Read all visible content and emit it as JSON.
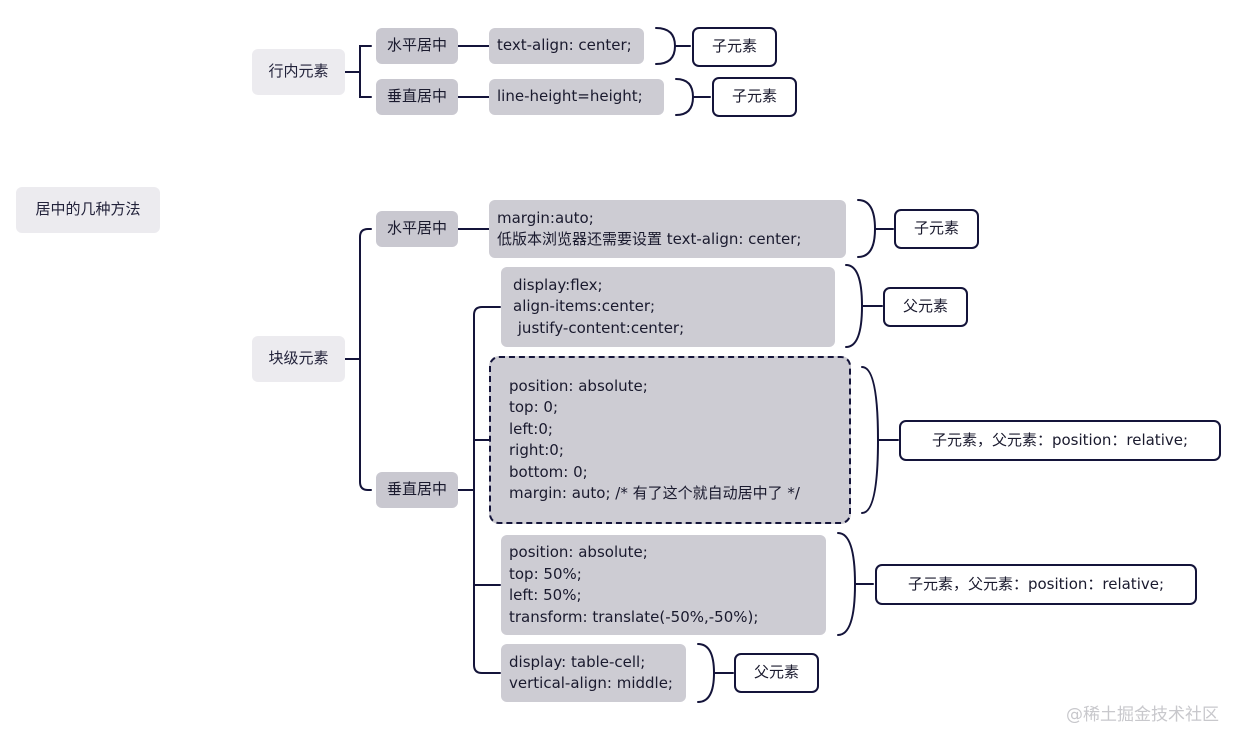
{
  "root": {
    "label": "居中的几种方法"
  },
  "inline": {
    "label": "行内元素",
    "horizontal": {
      "label": "水平居中",
      "code": [
        "text-align: center;"
      ],
      "note": "子元素"
    },
    "vertical": {
      "label": "垂直居中",
      "code": [
        "line-height=height;"
      ],
      "note": "子元素"
    }
  },
  "block": {
    "label": "块级元素",
    "horizontal": {
      "label": "水平居中",
      "code": [
        "margin:auto;",
        "低版本浏览器还需要设置 text-align: center;"
      ],
      "note": "子元素"
    },
    "vertical": {
      "label": "垂直居中",
      "methods": [
        {
          "code": [
            "display:flex;",
            "align-items:center;",
            " justify-content:center;"
          ],
          "note": "父元素"
        },
        {
          "code": [
            "position: absolute;",
            "top: 0;",
            "left:0;",
            "right:0;",
            "bottom: 0;",
            "margin: auto; /* 有了这个就自动居中了 */"
          ],
          "note": "子元素，父元素：position：relative;"
        },
        {
          "code": [
            "position: absolute;",
            "top: 50%;",
            "left: 50%;",
            "transform: translate(-50%,-50%);"
          ],
          "note": "子元素，父元素：position：relative;"
        },
        {
          "code": [
            "display: table-cell;",
            "vertical-align: middle;"
          ],
          "note": "父元素"
        }
      ]
    }
  },
  "watermark": "@稀土掘金技术社区",
  "colors": {
    "line": "#14143a",
    "code_bg": "#cdccd3",
    "branch_bg": "#c9c8d0",
    "topic_bg": "#ecebef"
  }
}
